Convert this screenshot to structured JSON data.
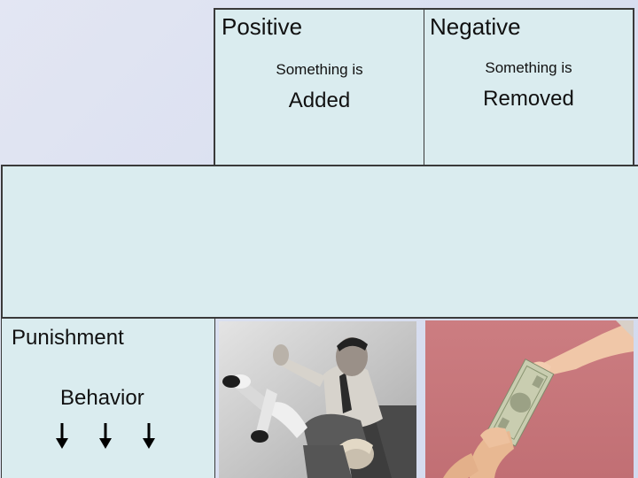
{
  "columns": {
    "positive": {
      "title": "Positive",
      "subtitle": "Something is",
      "effect": "Added"
    },
    "negative": {
      "title": "Negative",
      "subtitle": "Something is",
      "effect": "Removed"
    }
  },
  "row": {
    "label": "Punishment",
    "behavior_label": "Behavior"
  },
  "icons": [
    "down-arrow-icon",
    "down-arrow-icon",
    "down-arrow-icon"
  ],
  "colors": {
    "cell_fill": "#daecef",
    "border": "#3a3a3a",
    "money_background": "#c9777b"
  }
}
